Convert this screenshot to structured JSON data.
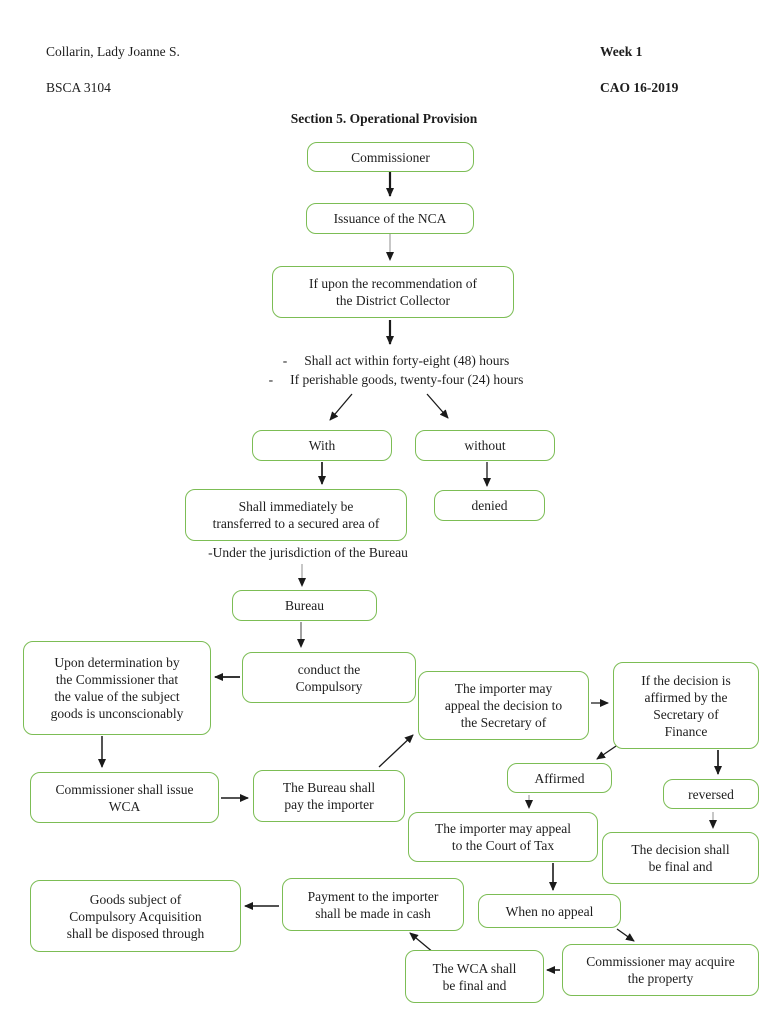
{
  "header": {
    "student_name": "Collarin, Lady Joanne S.",
    "course_code": "BSCA 3104",
    "week_label": "Week 1",
    "order_ref": "CAO 16-2019",
    "section_title": "Section 5. Operational Provision"
  },
  "annotations": {
    "bullet_marker": "-",
    "act_hours": "Shall act within forty-eight (48) hours",
    "perishable_hours": "If perishable goods, twenty-four (24) hours",
    "jurisdiction_note": "-Under the jurisdiction of the Bureau"
  },
  "nodes": {
    "commissioner": "Commissioner",
    "issuance": "Issuance of the NCA",
    "recommendation": "If upon the recommendation of\nthe District Collector",
    "with": "With",
    "without": "without",
    "transferred": "Shall immediately be\ntransferred to a secured area of",
    "denied": "denied",
    "bureau": "Bureau",
    "conduct": "conduct the\nCompulsory",
    "determination": "Upon determination by\nthe Commissioner that\nthe value of the subject\ngoods is unconscionably",
    "issue_wca": "Commissioner shall issue\nWCA",
    "bureau_pay": "The Bureau shall\npay the importer",
    "importer_appeal_secretary": "The importer may\nappeal the decision to\nthe Secretary of",
    "decision_affirmed_finance": "If the decision is\naffirmed by the\nSecretary of\nFinance",
    "affirmed": "Affirmed",
    "reversed": "reversed",
    "importer_appeal_court": "The importer may appeal\nto the Court of Tax",
    "decision_final": "The decision shall\nbe final and",
    "when_no_appeal": "When no appeal",
    "payment_cash": "Payment to the importer\nshall be made in cash",
    "goods_disposed": "Goods subject of\nCompulsory Acquisition\nshall be disposed through",
    "wca_final": "The WCA shall\nbe final and",
    "commissioner_acquire": "Commissioner may acquire\nthe property"
  },
  "colors": {
    "box_border": "#7cbd55",
    "text": "#1d1d1d",
    "arrow_black": "#1a1a1a",
    "arrow_gray": "#999999",
    "background": "#ffffff"
  }
}
